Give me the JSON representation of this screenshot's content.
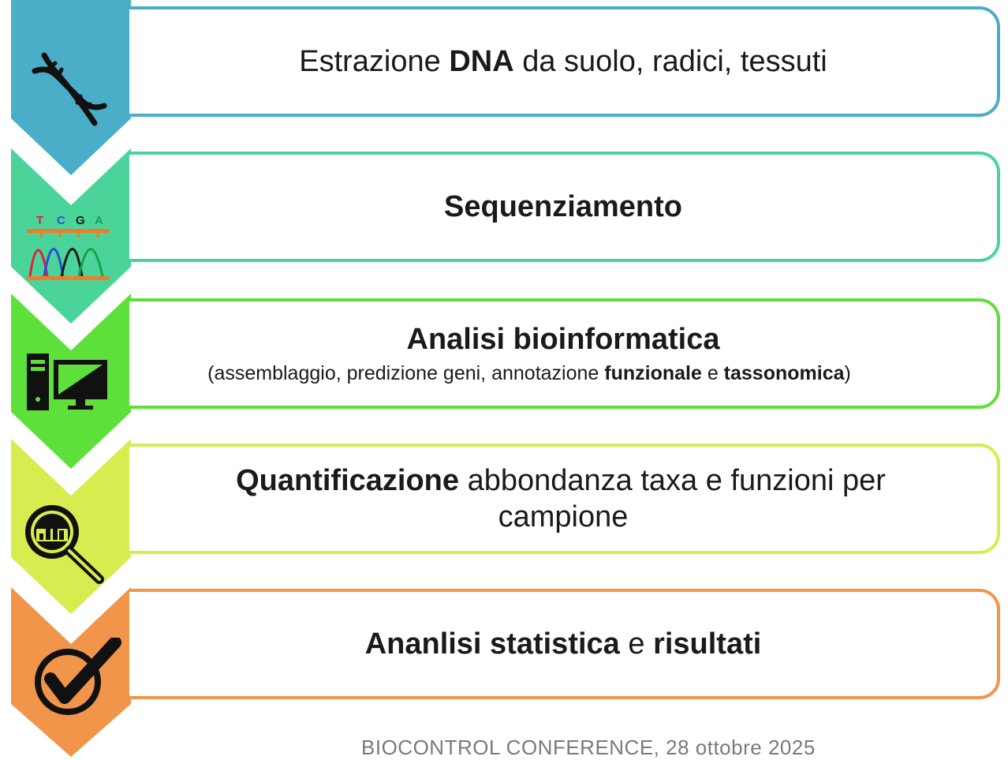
{
  "colors": {
    "step1": "#4aaec8",
    "step2": "#4ad49a",
    "step3": "#5ee03a",
    "step4": "#d8ec50",
    "step5": "#f0954a"
  },
  "steps": [
    {
      "icon": "dna-icon",
      "parts": [
        {
          "text": "Estrazione ",
          "bold": false
        },
        {
          "text": "DNA",
          "bold": true
        },
        {
          "text": " da suolo, radici, tessuti",
          "bold": false
        }
      ]
    },
    {
      "icon": "sequencing-chromatogram-icon",
      "icon_letters": [
        "T",
        "C",
        "G",
        "A"
      ],
      "parts": [
        {
          "text": "Sequenziamento",
          "bold": true
        }
      ]
    },
    {
      "icon": "computer-icon",
      "parts": [
        {
          "text": "Analisi bioinformatica",
          "bold": true
        }
      ],
      "sub_parts": [
        {
          "text": "(assemblaggio, predizione geni, annotazione ",
          "bold": false
        },
        {
          "text": "funzionale",
          "bold": true
        },
        {
          "text": " e ",
          "bold": false
        },
        {
          "text": "tassonomica",
          "bold": true
        },
        {
          "text": ")",
          "bold": false
        }
      ]
    },
    {
      "icon": "magnifier-chart-icon",
      "lines": [
        [
          {
            "text": "Quantificazione",
            "bold": true
          },
          {
            "text": " abbondanza taxa e funzioni per",
            "bold": false
          }
        ],
        [
          {
            "text": "campione",
            "bold": false
          }
        ]
      ]
    },
    {
      "icon": "checkmark-icon",
      "parts": [
        {
          "text": "Ananlisi statistica",
          "bold": true
        },
        {
          "text": " e ",
          "bold": false
        },
        {
          "text": "risultati",
          "bold": true
        }
      ]
    }
  ],
  "footer": "BIOCONTROL CONFERENCE, 28 ottobre 2025"
}
